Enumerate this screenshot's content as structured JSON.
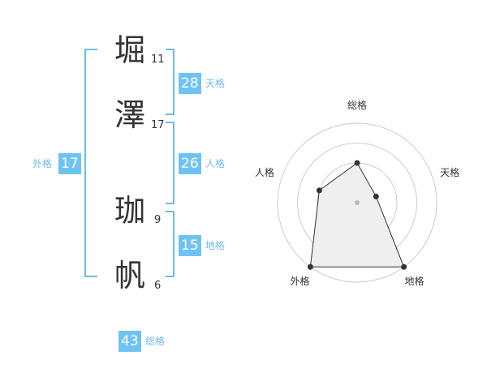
{
  "characters": [
    {
      "kanji": "堀",
      "strokes": "11"
    },
    {
      "kanji": "澤",
      "strokes": "17"
    },
    {
      "kanji": "珈",
      "strokes": "9"
    },
    {
      "kanji": "帆",
      "strokes": "6"
    }
  ],
  "fortunes": {
    "tenkaku": {
      "label": "天格",
      "value": "28"
    },
    "jinkaku": {
      "label": "人格",
      "value": "26"
    },
    "chikaku": {
      "label": "地格",
      "value": "15"
    },
    "gaikaku": {
      "label": "外格",
      "value": "17"
    },
    "soukaku": {
      "label": "総格",
      "value": "43"
    }
  },
  "radar": {
    "axes": [
      "総格",
      "天格",
      "地格",
      "外格",
      "人格"
    ],
    "levels": 4,
    "values": [
      0.5,
      0.25,
      1.0,
      1.0,
      0.5
    ],
    "colors": {
      "fill": "#efefef",
      "line": "#333333",
      "ring": "#cccccc",
      "center": "#bbbbbb"
    }
  },
  "colors": {
    "accent": "#6fc3f4",
    "bracket": "#6fbbea"
  }
}
